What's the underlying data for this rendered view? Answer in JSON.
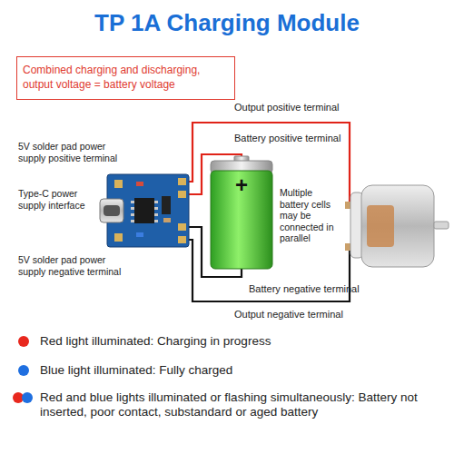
{
  "diagram": {
    "title": "TP 1A Charging Module",
    "nodes": [
      {
        "text": [
          "Combined charging and discharging, output voltage = battery voltage"
        ]
      }
    ],
    "labels": [
      "5V solder pad power supply positive terminal",
      "Type-C power supply interface",
      "5V solder pad power supply negative terminal",
      "Output positive terminal",
      "Battery positive terminal",
      "+",
      "Multiple battery cells may be connected in parallel",
      "Battery negative terminal",
      "Output negative terminal"
    ],
    "legend": [
      {
        "text": "Red light illuminated: Charging in progress",
        "color": "#e8281e"
      },
      {
        "text": "Blue light illuminated: Fully charged",
        "color": "#1f6fe0"
      },
      {
        "text": "Red and blue lights illuminated or flashing simultaneously: Battery not inserted, poor contact, substandard or aged battery"
      }
    ]
  }
}
